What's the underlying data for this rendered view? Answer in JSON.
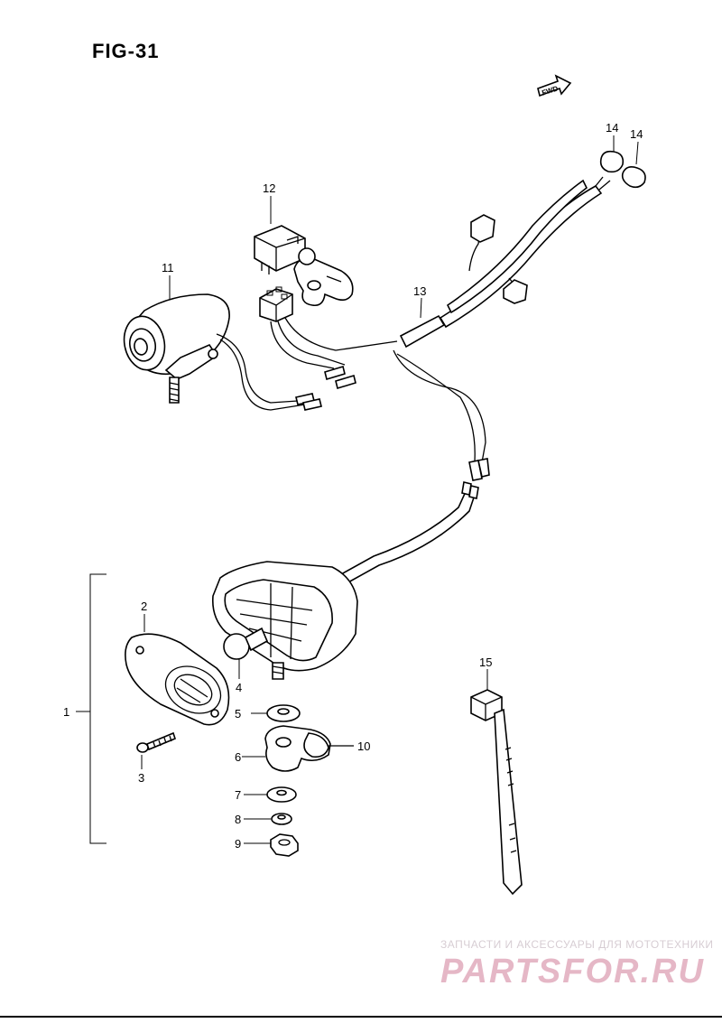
{
  "figure_title": "FIG-31",
  "direction_marker": "FWD",
  "callouts": {
    "c1": "1",
    "c2": "2",
    "c3": "3",
    "c4": "4",
    "c5": "5",
    "c6": "6",
    "c7": "7",
    "c8": "8",
    "c9": "9",
    "c10": "10",
    "c11": "11",
    "c12": "12",
    "c13": "13",
    "c14a": "14",
    "c14b": "14",
    "c15": "15"
  },
  "watermark": {
    "tagline": "ЗАПЧАСТИ И АКСЕССУАРЫ ДЛЯ МОТОТЕХНИКИ",
    "brand": "PARTSFOR.RU"
  },
  "colors": {
    "line": "#000000",
    "watermark_brand": "#e5b7c6",
    "watermark_tagline": "#d7cdd3"
  }
}
